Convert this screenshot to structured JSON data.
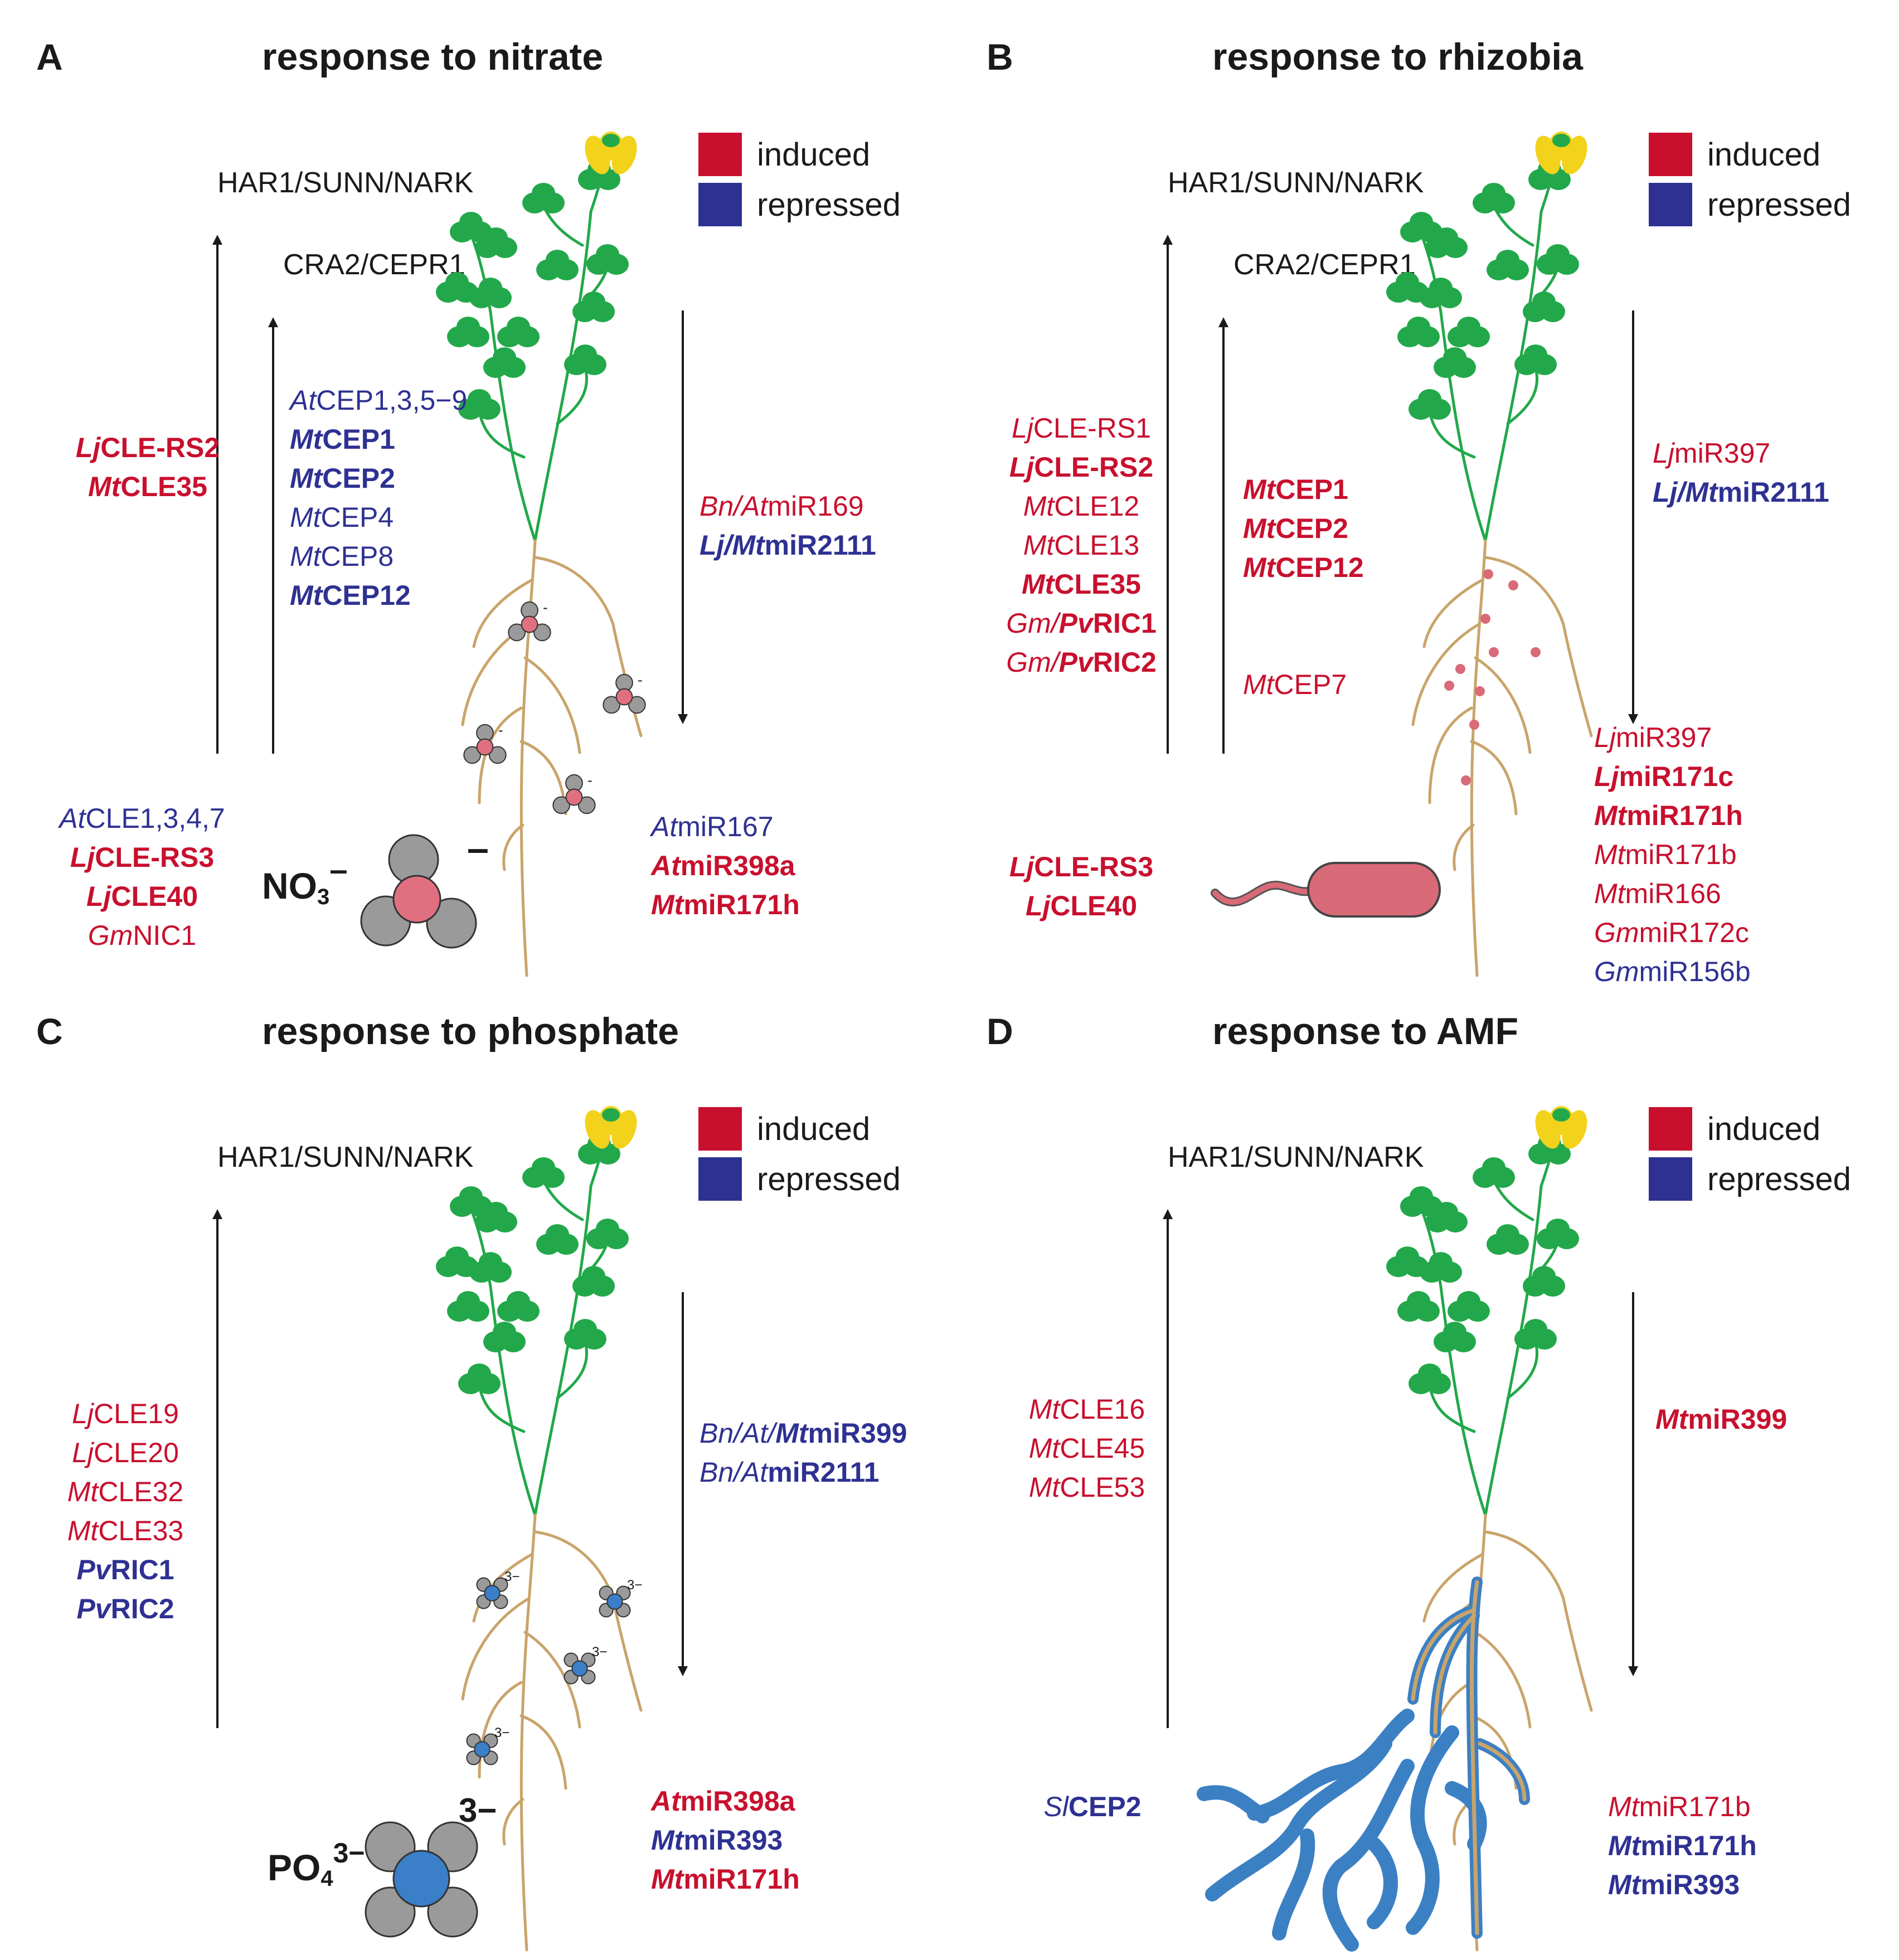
{
  "colors": {
    "induced": "#c8102e",
    "repressed": "#2e3192",
    "shoot": "#22a84a",
    "root": "#c9a46a",
    "flower": "#f2d21b",
    "nitrate_center": "#e07080",
    "phosphate_center": "#3a7fc8",
    "rhizobium": "#d96a78",
    "amf_hyphae": "#3c80c4",
    "arrow": "#1a1a1a"
  },
  "legend": {
    "induced": "induced",
    "repressed": "repressed"
  },
  "icons": [
    "plant-icon",
    "nitrate-molecule-icon",
    "phosphate-molecule-icon",
    "rhizobium-bacterium-icon",
    "amf-hyphae-icon",
    "up-arrow-icon",
    "down-arrow-icon"
  ],
  "panels": {
    "A": {
      "letter": "A",
      "title": "response to nitrate",
      "receptor1": "HAR1/SUNN/NARK",
      "receptor2": "CRA2/CEPR1",
      "ion_main": "NO",
      "ion_sub": "3",
      "ion_sup": "–",
      "molecule_charge": "–",
      "small_charge": "-",
      "left_top": [
        [
          {
            "t": "Lj",
            "i": true,
            "b": true
          },
          {
            "t": "CLE-RS2",
            "b": true
          }
        ],
        [
          {
            "t": "Mt",
            "i": true,
            "b": true
          },
          {
            "t": "CLE35",
            "b": true
          }
        ]
      ],
      "left_bottom": [
        [
          {
            "t": "At",
            "i": true,
            "c": "b"
          },
          {
            "t": "CLE1,3,4,7",
            "c": "b"
          }
        ],
        [
          {
            "t": "Lj",
            "i": true,
            "b": true
          },
          {
            "t": "CLE-RS3",
            "b": true
          }
        ],
        [
          {
            "t": "Lj",
            "i": true,
            "b": true
          },
          {
            "t": "CLE40",
            "b": true
          }
        ],
        [
          {
            "t": "Gm",
            "i": true
          },
          {
            "t": "NIC1"
          }
        ]
      ],
      "cep_list": [
        [
          {
            "t": "At",
            "i": true,
            "c": "b"
          },
          {
            "t": "CEP1,3,5−9",
            "c": "b"
          }
        ],
        [
          {
            "t": "Mt",
            "i": true,
            "b": true,
            "c": "b"
          },
          {
            "t": "CEP1",
            "b": true,
            "c": "b"
          }
        ],
        [
          {
            "t": "Mt",
            "i": true,
            "b": true,
            "c": "b"
          },
          {
            "t": "CEP2",
            "b": true,
            "c": "b"
          }
        ],
        [
          {
            "t": "Mt",
            "i": true,
            "c": "b"
          },
          {
            "t": "CEP4",
            "c": "b"
          }
        ],
        [
          {
            "t": "Mt",
            "i": true,
            "c": "b"
          },
          {
            "t": "CEP8",
            "c": "b"
          }
        ],
        [
          {
            "t": "Mt",
            "i": true,
            "b": true,
            "c": "b"
          },
          {
            "t": "CEP12",
            "b": true,
            "c": "b"
          }
        ]
      ],
      "right_top": [
        [
          {
            "t": "Bn/At",
            "i": true
          },
          {
            "t": "miR169"
          }
        ],
        [
          {
            "t": "Lj/Mt",
            "i": true,
            "b": true,
            "c": "b"
          },
          {
            "t": "miR2111",
            "b": true,
            "c": "b"
          }
        ]
      ],
      "right_bottom": [
        [
          {
            "t": "At",
            "i": true,
            "c": "b"
          },
          {
            "t": "miR167",
            "c": "b"
          }
        ],
        [
          {
            "t": "At",
            "i": true,
            "b": true
          },
          {
            "t": "miR398a",
            "b": true
          }
        ],
        [
          {
            "t": "Mt",
            "i": true,
            "b": true
          },
          {
            "t": "miR171h",
            "b": true
          }
        ]
      ]
    },
    "B": {
      "letter": "B",
      "title": "response to rhizobia",
      "receptor1": "HAR1/SUNN/NARK",
      "receptor2": "CRA2/CEPR1",
      "left_top": [
        [
          {
            "t": "Lj",
            "i": true
          },
          {
            "t": "CLE-RS1"
          }
        ],
        [
          {
            "t": "Lj",
            "i": true,
            "b": true
          },
          {
            "t": "CLE-RS2",
            "b": true
          }
        ],
        [
          {
            "t": "Mt",
            "i": true
          },
          {
            "t": "CLE12"
          }
        ],
        [
          {
            "t": "Mt",
            "i": true
          },
          {
            "t": "CLE13"
          }
        ],
        [
          {
            "t": "Mt",
            "i": true,
            "b": true
          },
          {
            "t": "CLE35",
            "b": true
          }
        ],
        [
          {
            "t": "Gm/",
            "i": true
          },
          {
            "t": "Pv",
            "i": true,
            "b": true
          },
          {
            "t": "RIC1",
            "b": true
          }
        ],
        [
          {
            "t": "Gm/",
            "i": true
          },
          {
            "t": "Pv",
            "i": true,
            "b": true
          },
          {
            "t": "RIC2",
            "b": true
          }
        ]
      ],
      "left_bottom": [
        [
          {
            "t": "Lj",
            "i": true,
            "b": true
          },
          {
            "t": "CLE-RS3",
            "b": true
          }
        ],
        [
          {
            "t": "Lj",
            "i": true,
            "b": true
          },
          {
            "t": "CLE40",
            "b": true
          }
        ]
      ],
      "cep_list": [
        [
          {
            "t": "Mt",
            "i": true,
            "b": true
          },
          {
            "t": "CEP1",
            "b": true
          }
        ],
        [
          {
            "t": "Mt",
            "i": true,
            "b": true
          },
          {
            "t": "CEP2",
            "b": true
          }
        ],
        [
          {
            "t": "Mt",
            "i": true,
            "b": true
          },
          {
            "t": "CEP12",
            "b": true
          }
        ]
      ],
      "cep_extra": [
        [
          {
            "t": "Mt",
            "i": true
          },
          {
            "t": "CEP7"
          }
        ]
      ],
      "right_top": [
        [
          {
            "t": "Lj",
            "i": true
          },
          {
            "t": "miR397"
          }
        ],
        [
          {
            "t": "Lj/Mt",
            "i": true,
            "b": true,
            "c": "b"
          },
          {
            "t": "miR2111",
            "b": true,
            "c": "b"
          }
        ]
      ],
      "right_bottom": [
        [
          {
            "t": "Lj",
            "i": true
          },
          {
            "t": "miR397"
          }
        ],
        [
          {
            "t": "Lj",
            "i": true,
            "b": true
          },
          {
            "t": "miR171c",
            "b": true
          }
        ],
        [
          {
            "t": "Mt",
            "i": true,
            "b": true
          },
          {
            "t": "miR171h",
            "b": true
          }
        ],
        [
          {
            "t": "Mt",
            "i": true
          },
          {
            "t": "miR171b"
          }
        ],
        [
          {
            "t": "Mt",
            "i": true
          },
          {
            "t": "miR166"
          }
        ],
        [
          {
            "t": "Gm",
            "i": true
          },
          {
            "t": "miR172c"
          }
        ],
        [
          {
            "t": "Gm",
            "i": true,
            "c": "b"
          },
          {
            "t": "miR156b",
            "c": "b"
          }
        ]
      ]
    },
    "C": {
      "letter": "C",
      "title": "response to phosphate",
      "receptor1": "HAR1/SUNN/NARK",
      "ion_main": "PO",
      "ion_sub": "4",
      "ion_sup": "3−",
      "molecule_charge": "3−",
      "small_charge": "3−",
      "left_top": [
        [
          {
            "t": "Lj",
            "i": true
          },
          {
            "t": "CLE19"
          }
        ],
        [
          {
            "t": "Lj",
            "i": true
          },
          {
            "t": "CLE20"
          }
        ],
        [
          {
            "t": "Mt",
            "i": true
          },
          {
            "t": "CLE32"
          }
        ],
        [
          {
            "t": "Mt",
            "i": true
          },
          {
            "t": "CLE33"
          }
        ],
        [
          {
            "t": "Pv",
            "i": true,
            "b": true,
            "c": "b"
          },
          {
            "t": "RIC1",
            "b": true,
            "c": "b"
          }
        ],
        [
          {
            "t": "Pv",
            "i": true,
            "b": true,
            "c": "b"
          },
          {
            "t": "RIC2",
            "b": true,
            "c": "b"
          }
        ]
      ],
      "right_top": [
        [
          {
            "t": "Bn/At/",
            "i": true,
            "c": "b"
          },
          {
            "t": "Mt",
            "i": true,
            "b": true,
            "c": "b"
          },
          {
            "t": "miR399",
            "b": true,
            "c": "b"
          }
        ],
        [
          {
            "t": "Bn/At",
            "i": true,
            "c": "b"
          },
          {
            "t": "miR2111",
            "b": true,
            "c": "b"
          }
        ]
      ],
      "right_bottom": [
        [
          {
            "t": "At",
            "i": true,
            "b": true
          },
          {
            "t": "miR398a",
            "b": true
          }
        ],
        [
          {
            "t": "Mt",
            "i": true,
            "b": true,
            "c": "b"
          },
          {
            "t": "miR393",
            "b": true,
            "c": "b"
          }
        ],
        [
          {
            "t": "Mt",
            "i": true,
            "b": true
          },
          {
            "t": "miR171h",
            "b": true
          }
        ]
      ]
    },
    "D": {
      "letter": "D",
      "title": "response to AMF",
      "receptor1": "HAR1/SUNN/NARK",
      "left_top": [
        [
          {
            "t": "Mt",
            "i": true
          },
          {
            "t": "CLE16"
          }
        ],
        [
          {
            "t": "Mt",
            "i": true
          },
          {
            "t": "CLE45"
          }
        ],
        [
          {
            "t": "Mt",
            "i": true
          },
          {
            "t": "CLE53"
          }
        ]
      ],
      "left_bottom": [
        [
          {
            "t": "Sl",
            "i": true,
            "c": "b"
          },
          {
            "t": "CEP2",
            "b": true,
            "c": "b"
          }
        ]
      ],
      "right_top": [
        [
          {
            "t": "Mt",
            "i": true,
            "b": true
          },
          {
            "t": "miR399",
            "b": true
          }
        ]
      ],
      "right_bottom": [
        [
          {
            "t": "Mt",
            "i": true
          },
          {
            "t": "miR171b"
          }
        ],
        [
          {
            "t": "Mt",
            "i": true,
            "b": true,
            "c": "b"
          },
          {
            "t": "miR171h",
            "b": true,
            "c": "b"
          }
        ],
        [
          {
            "t": "Mt",
            "i": true,
            "b": true,
            "c": "b"
          },
          {
            "t": "miR393",
            "b": true,
            "c": "b"
          }
        ]
      ]
    }
  }
}
